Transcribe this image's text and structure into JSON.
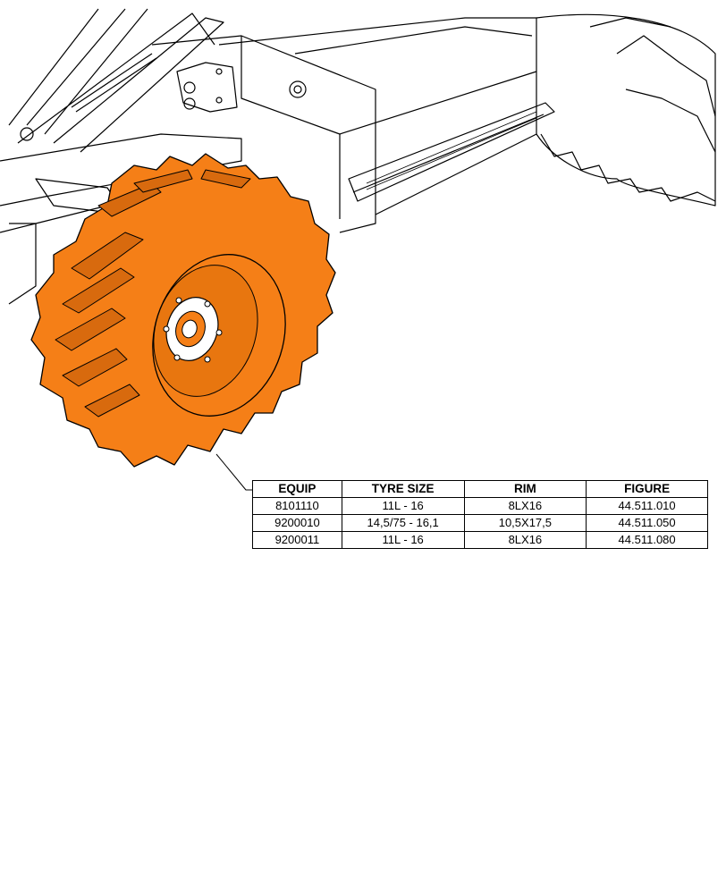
{
  "colors": {
    "highlight": "#F57F17",
    "highlight_dark": "#D86A0E",
    "line": "#000000",
    "background": "#FFFFFF"
  },
  "table": {
    "headers": [
      "EQUIP",
      "TYRE SIZE",
      "RIM",
      "FIGURE"
    ],
    "rows": [
      [
        "8101110",
        "11L - 16",
        "8LX16",
        "44.511.010"
      ],
      [
        "9200010",
        "14,5/75 - 16,1",
        "10,5X17,5",
        "44.511.050"
      ],
      [
        "9200011",
        "11L - 16",
        "8LX16",
        "44.511.080"
      ]
    ]
  }
}
